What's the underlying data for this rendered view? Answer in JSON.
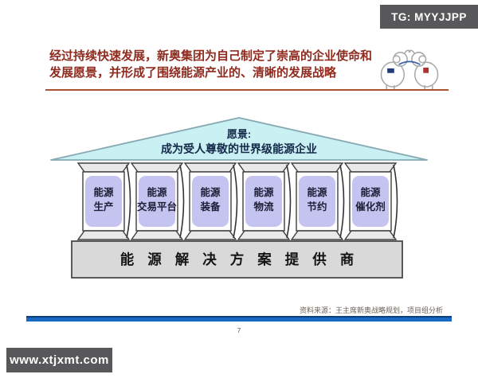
{
  "watermark_top": {
    "label": "TG: MYYJJPP"
  },
  "watermark_bottom": {
    "label": "www.xtjxmt.com"
  },
  "header": {
    "line1": "经过持续快速发展，新奥集团为自己制定了崇高的企业使命和",
    "line2": "发展愿景，并形成了围绕能源产业的、清晰的发展战略"
  },
  "temple": {
    "roof_title": "愿景:",
    "roof_subtitle": "成为受人尊敬的世界级能源企业",
    "pillars": [
      {
        "line1": "能源",
        "line2": "生产"
      },
      {
        "line1": "能源",
        "line2": "交易平台"
      },
      {
        "line1": "能源",
        "line2": "装备"
      },
      {
        "line1": "能源",
        "line2": "物流"
      },
      {
        "line1": "能源",
        "line2": "节约"
      },
      {
        "line1": "能源",
        "line2": "催化剂"
      }
    ],
    "base_label": "能源解决方案提供商"
  },
  "footer": {
    "source": "资料来源：王主席新奥战略规划，项目组分析",
    "page_number": "7"
  },
  "colors": {
    "header_red": "#8f2a1e",
    "rule_red": "#a85432",
    "roof_fill": "#c9f0f3",
    "pillar_box_fill": "#c5c4f0",
    "base_fill": "#d9d9d9",
    "badge_bg": "#58585a",
    "blue_bar": "#1a69c2"
  }
}
